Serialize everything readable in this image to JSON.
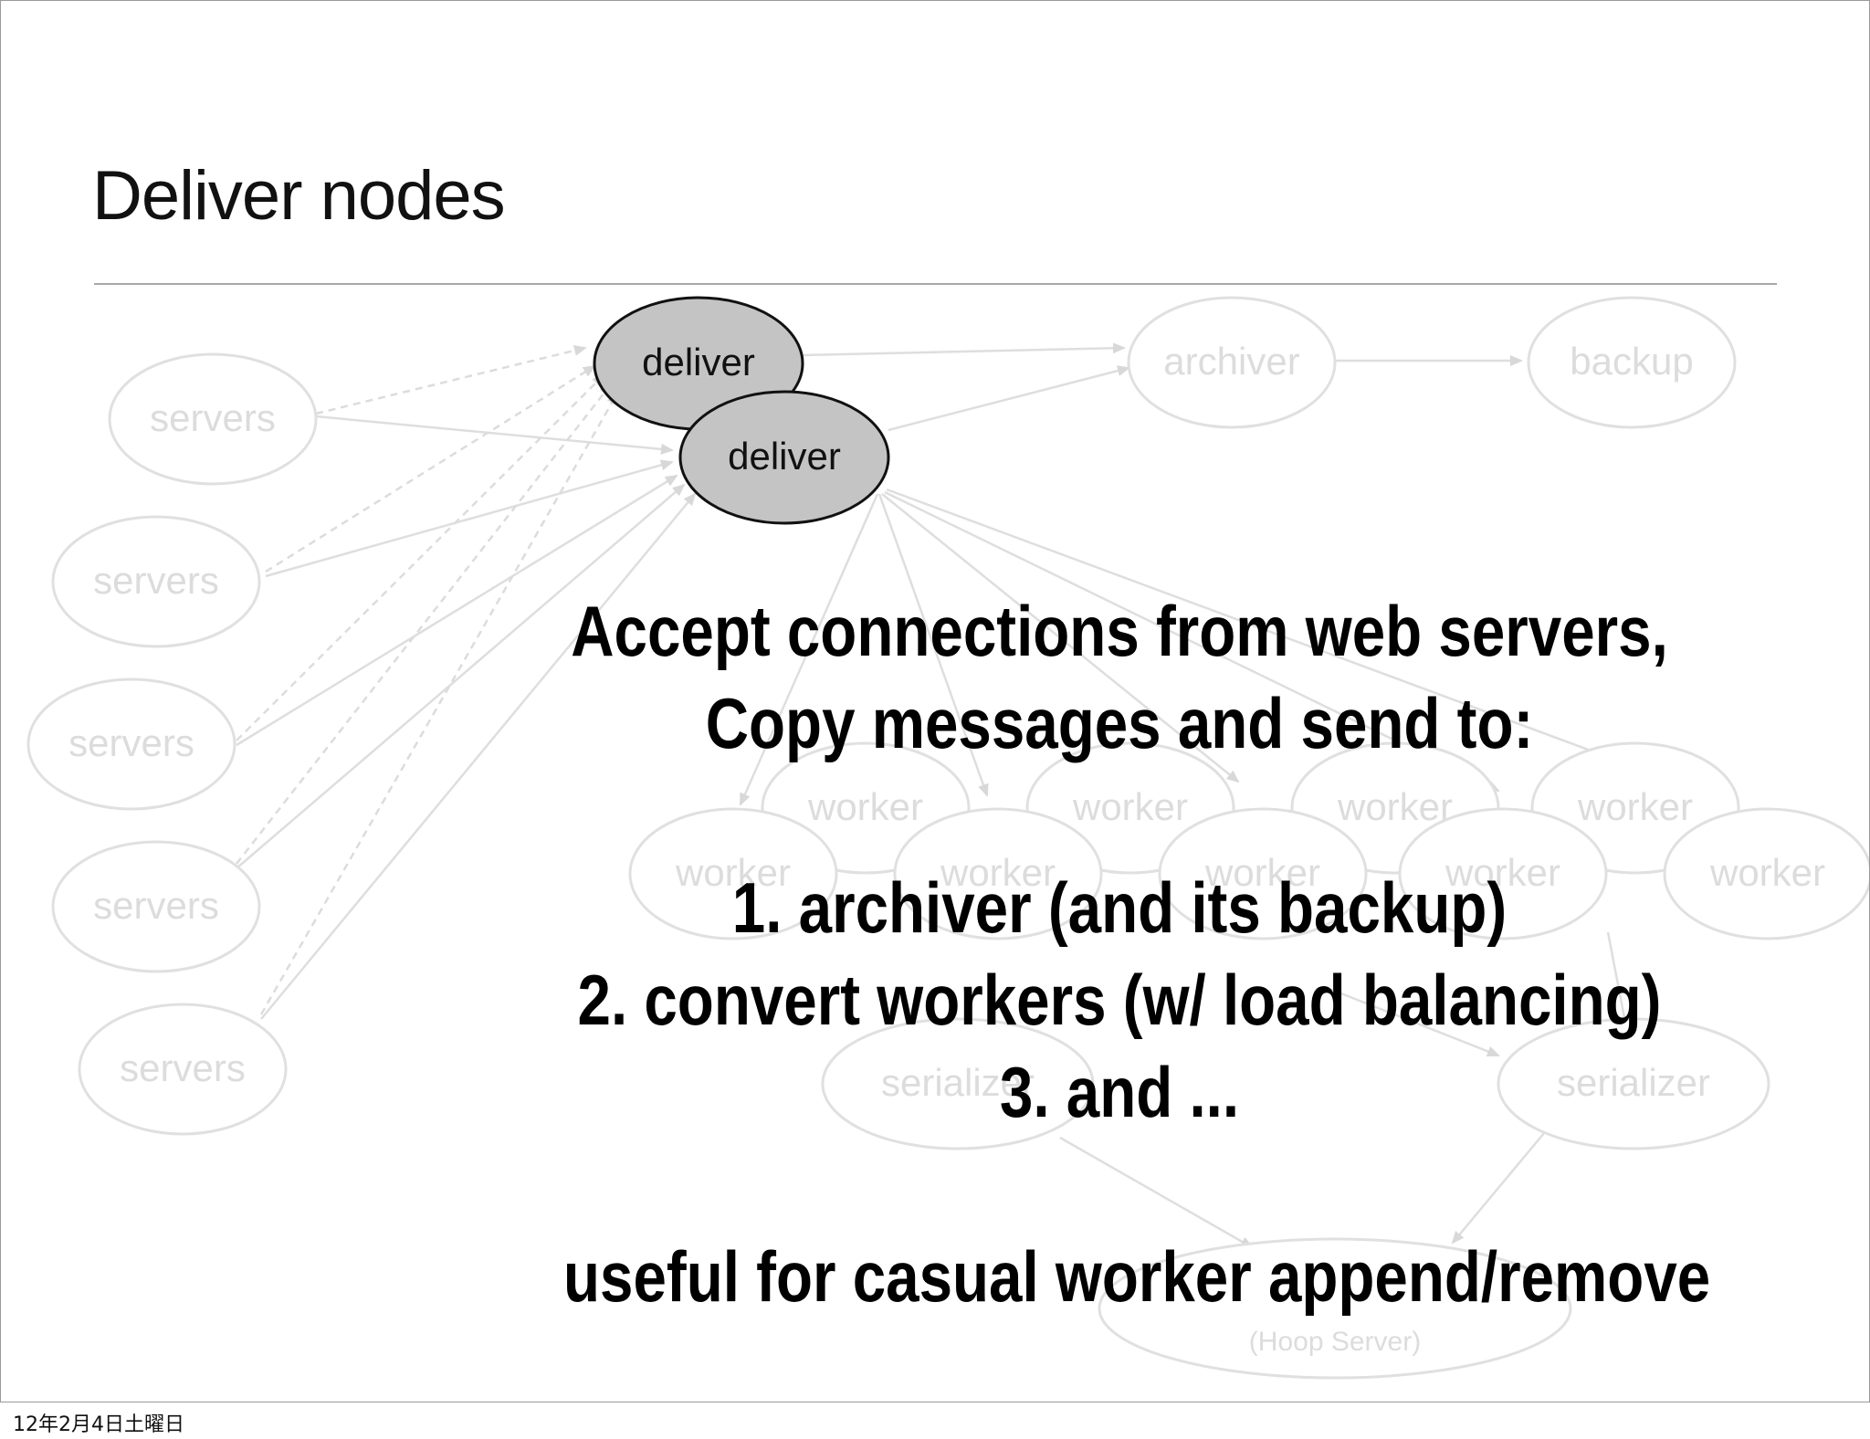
{
  "slide": {
    "title": "Deliver nodes",
    "date_label": "12年2月4日土曜日"
  },
  "diagram": {
    "deliver_nodes": [
      "deliver",
      "deliver"
    ],
    "archiver_label": "archiver",
    "backup_label": "backup",
    "server_labels": [
      "servers",
      "servers",
      "servers",
      "servers",
      "servers"
    ],
    "worker_labels": [
      "worker",
      "worker",
      "worker",
      "worker",
      "worker",
      "worker",
      "worker",
      "worker",
      "worker"
    ],
    "serializer_labels": [
      "serializer",
      "serializer"
    ],
    "hoop_label": "(Hoop Server)"
  },
  "callout": {
    "line1": "Accept connections from web servers,",
    "line2": "Copy messages and send to:",
    "item1": "1. archiver (and its backup)",
    "item2": "2. convert workers (w/ load balancing)",
    "item3": "3. and ...",
    "footer": "useful for casual worker append/remove"
  },
  "colors": {
    "active_node_fill": "#c4c4c4",
    "faded_text": "#dcdcdc",
    "text": "#000000"
  }
}
